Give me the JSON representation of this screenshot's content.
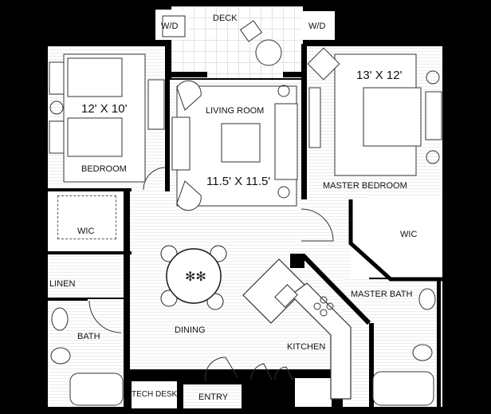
{
  "plan": {
    "rooms": [
      {
        "id": "deck",
        "label": "DECK"
      },
      {
        "id": "wd_left",
        "label": "W/D"
      },
      {
        "id": "wd_right",
        "label": "W/D"
      },
      {
        "id": "bedroom",
        "label": "BEDROOM",
        "dimensions": "12' X 10'"
      },
      {
        "id": "living_room",
        "label": "LIVING ROOM",
        "dimensions": "11.5' X 11.5'"
      },
      {
        "id": "master_bedroom",
        "label": "MASTER BEDROOM",
        "dimensions": "13' X 12'"
      },
      {
        "id": "wic_left",
        "label": "WIC"
      },
      {
        "id": "wic_right",
        "label": "WIC"
      },
      {
        "id": "linen",
        "label": "LINEN"
      },
      {
        "id": "bath",
        "label": "BATH"
      },
      {
        "id": "dining",
        "label": "DINING"
      },
      {
        "id": "kitchen",
        "label": "KITCHEN"
      },
      {
        "id": "master_bath",
        "label": "MASTER BATH"
      },
      {
        "id": "tech_desk",
        "label": "TECH DESK"
      },
      {
        "id": "entry",
        "label": "ENTRY"
      }
    ],
    "colors": {
      "wall": "#000000",
      "floor": "#ffffff",
      "floor_stripe": "#ececec",
      "line": "#333333"
    }
  }
}
